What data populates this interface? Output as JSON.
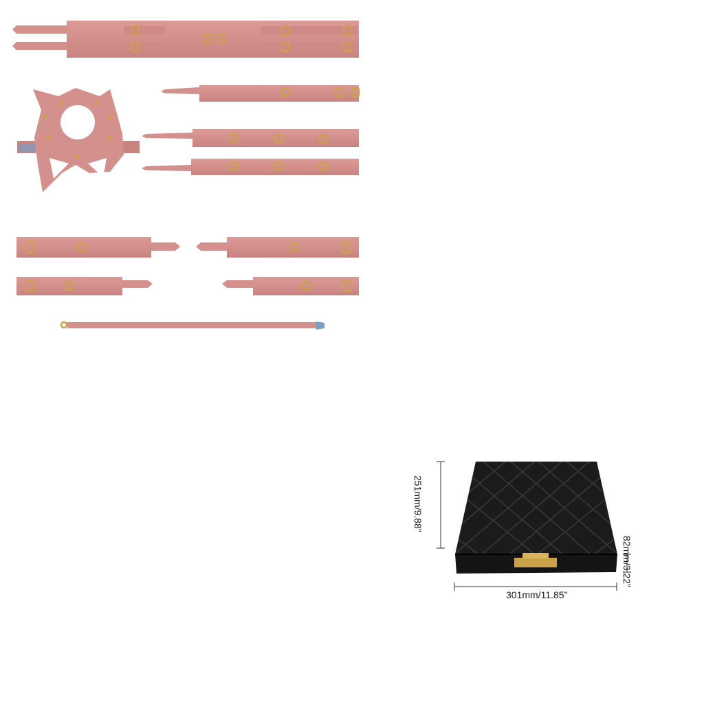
{
  "box_dimensions": {
    "height_label": "251mm/9.88”",
    "depth_label": "82mm/3.22”",
    "width_label": "301mm/11.85”"
  },
  "colors": {
    "leather_pink": "#d4908c",
    "leather_pink_dark": "#b86f6c",
    "hardware_gold": "#c9a24a",
    "lining_blue": "#7b9ec9",
    "case_black": "#111111"
  }
}
